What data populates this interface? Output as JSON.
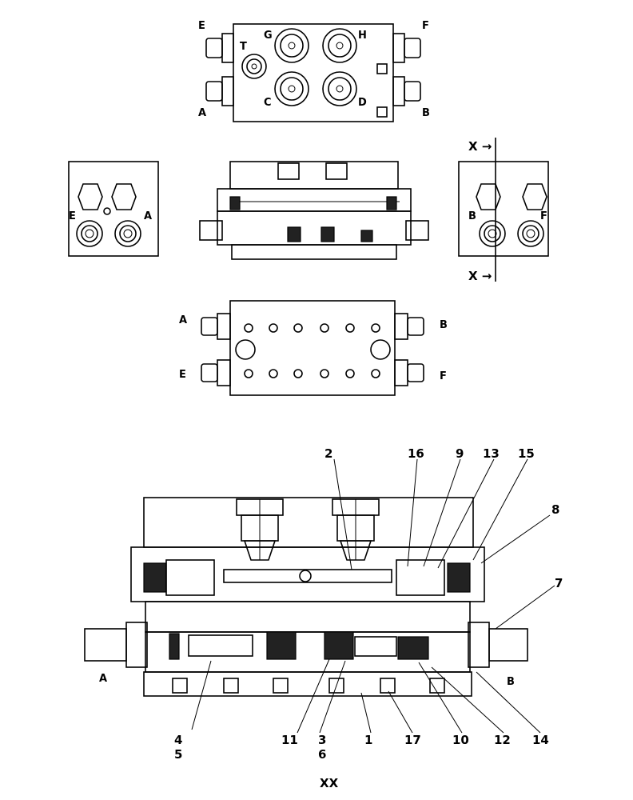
{
  "top_view": {
    "ports": {
      "E": "E",
      "F": "F",
      "A": "A",
      "B": "B",
      "T": "T",
      "G": "G",
      "H": "H",
      "C": "C",
      "D": "D"
    }
  },
  "left_end_view": {
    "ports": {
      "E": "E",
      "A": "A"
    }
  },
  "right_end_view": {
    "ports": {
      "B": "B",
      "F": "F"
    },
    "section_marker_top": "X →",
    "section_marker_bottom": "X →"
  },
  "bottom_view": {
    "ports": {
      "A": "A",
      "B": "B",
      "E": "E",
      "F": "F"
    }
  },
  "section_view": {
    "ports": {
      "A": "A",
      "B": "B"
    },
    "section_label": "XX",
    "callouts": {
      "c2": "2",
      "c16": "16",
      "c9": "9",
      "c13": "13",
      "c15": "15",
      "c8": "8",
      "c7": "7",
      "c4": "4",
      "c5": "5",
      "c11": "11",
      "c3": "3",
      "c6": "6",
      "c1": "1",
      "c17": "17",
      "c10": "10",
      "c12": "12",
      "c14": "14"
    }
  },
  "colors": {
    "line": "#000000",
    "background": "#ffffff"
  }
}
